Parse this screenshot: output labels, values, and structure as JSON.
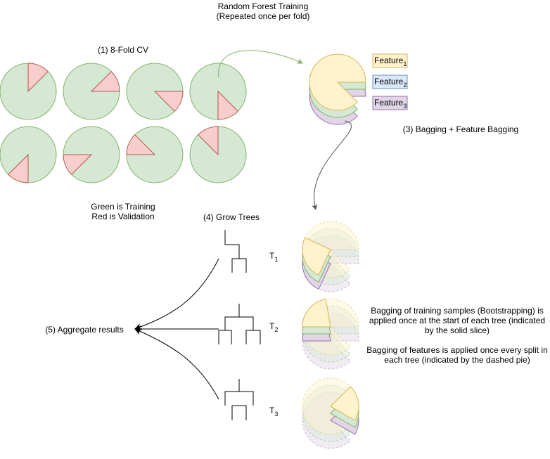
{
  "title": {
    "line1": "Random Forest Training",
    "line2": "(Repeated once per fold)"
  },
  "cv": {
    "label": "(1) 8-Fold CV",
    "legend_line1": "Green is Training",
    "legend_line2": "Red is Validation"
  },
  "features": {
    "f1": {
      "name": "Feature",
      "sub": "1"
    },
    "f2": {
      "name": "Feature",
      "sub": "2"
    },
    "f3": {
      "name": "Feature",
      "sub": "3"
    }
  },
  "bagging_label": "(3) Bagging + Feature Bagging",
  "grow_label": "(4) Grow Trees",
  "aggregate_label": "(5) Aggregate results",
  "trees": [
    {
      "name": "T",
      "sub": "1"
    },
    {
      "name": "T",
      "sub": "2"
    },
    {
      "name": "T",
      "sub": "3"
    }
  ],
  "note1": {
    "line1": "Bagging of training samples (Bootstrapping) is",
    "line2": "applied once at the start of each tree (indicated",
    "line3": "by the solid slice)"
  },
  "note2": {
    "line1": "Bagging of features is applied once every split in",
    "line2": "each tree (indicated by the dashed pie)"
  },
  "colors": {
    "train_fill": "#d5e8d4",
    "train_stroke": "#82b366",
    "val_fill": "#f8cecc",
    "val_stroke": "#b85450",
    "f1_fill": "#fff2cc",
    "f1_stroke": "#d6b656",
    "f2_fill": "#dae8fc",
    "f2_stroke": "#6c8ebf",
    "f3_fill": "#e1d5e7",
    "f3_stroke": "#9673a6"
  }
}
